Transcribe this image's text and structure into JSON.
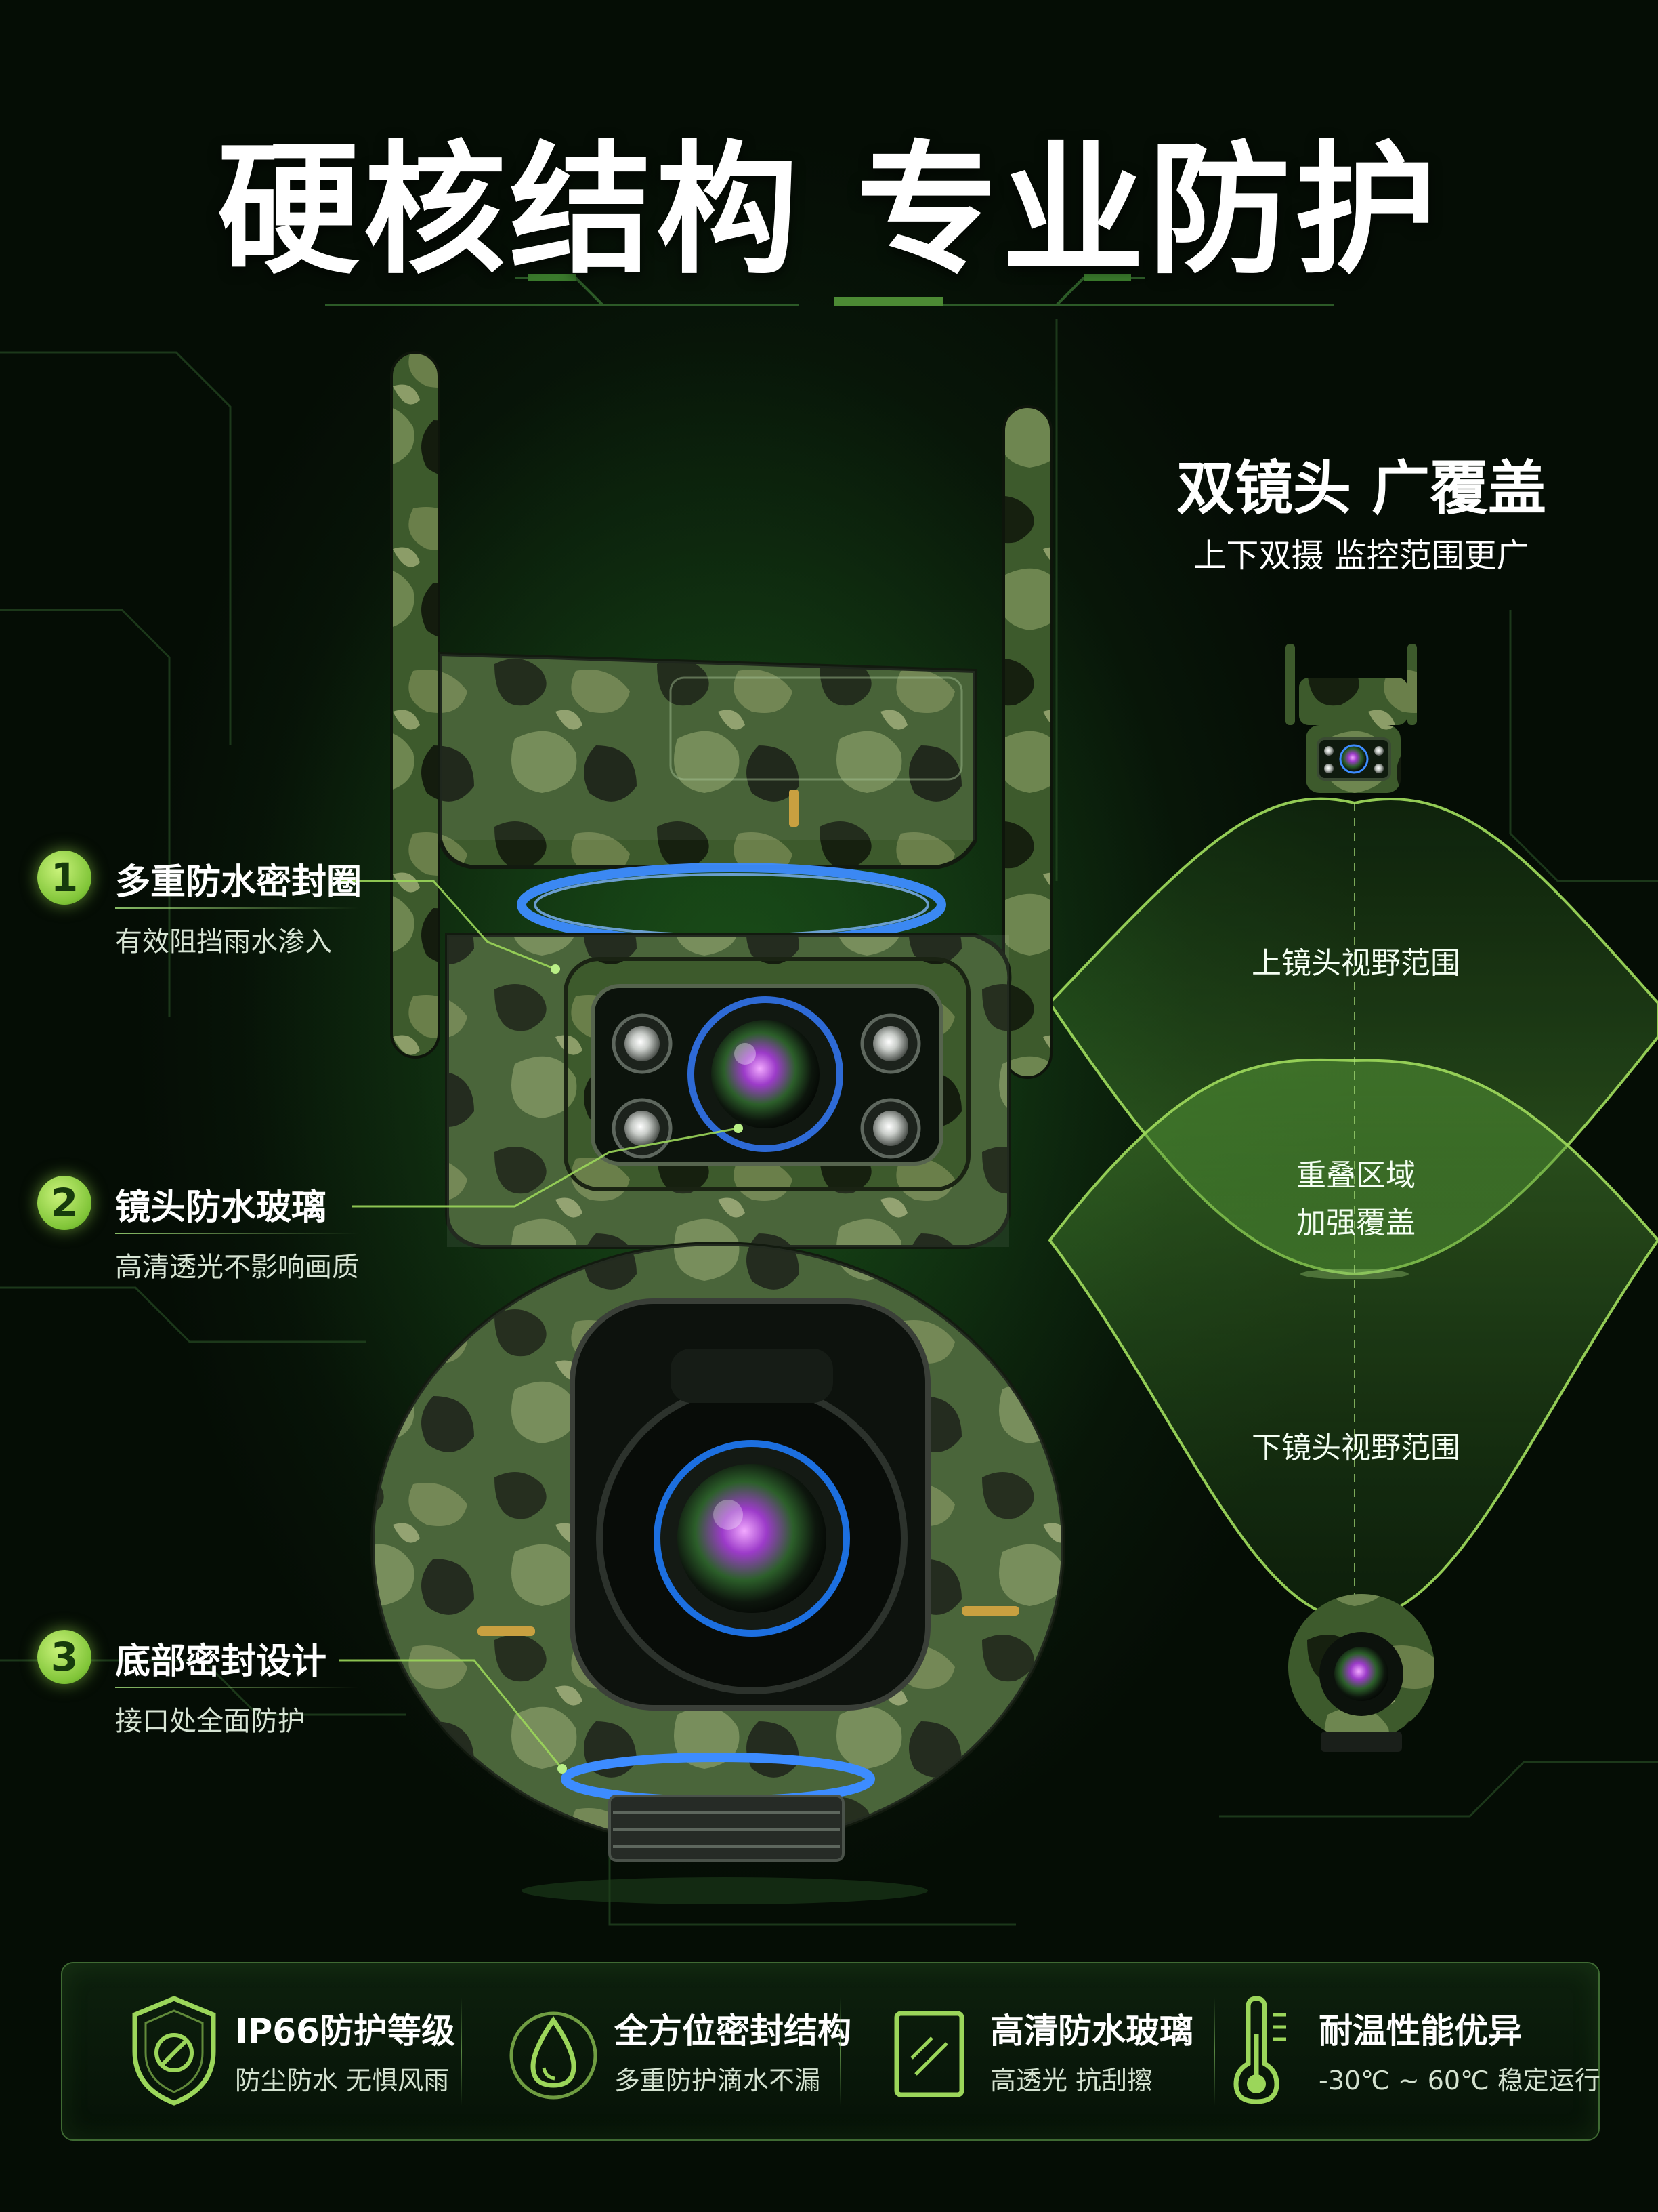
{
  "title": "硬核结构 专业防护",
  "dual_lens": {
    "title": "双镜头 广覆盖",
    "subtitle": "上下双摄 监控范围更广",
    "zones": {
      "upper": "上镜头视野范围",
      "overlap_line1": "重叠区域",
      "overlap_line2": "加强覆盖",
      "lower": "下镜头视野范围"
    }
  },
  "callouts": [
    {
      "number": "1",
      "label": "多重防水密封圈",
      "sub": "有效阻挡雨水渗入"
    },
    {
      "number": "2",
      "label": "镜头防水玻璃",
      "sub": "高清透光不影响画质"
    },
    {
      "number": "3",
      "label": "底部密封设计",
      "sub": "接口处全面防护"
    }
  ],
  "features": [
    {
      "icon": "shield-icon",
      "title": "IP66防护等级",
      "sub": "防尘防水 无惧风雨"
    },
    {
      "icon": "water-drop-icon",
      "title": "全方位密封结构",
      "sub": "多重防护滴水不漏"
    },
    {
      "icon": "glass-pane-icon",
      "title": "高清防水玻璃",
      "sub": "高透光 抗刮擦"
    },
    {
      "icon": "thermometer-icon",
      "title": "耐温性能优异",
      "sub": "-30℃ ~ 60℃ 稳定运行"
    }
  ],
  "colors": {
    "accent_green": "#9bd65a",
    "ring_blue": "#3d8cff",
    "background": "#071207"
  }
}
